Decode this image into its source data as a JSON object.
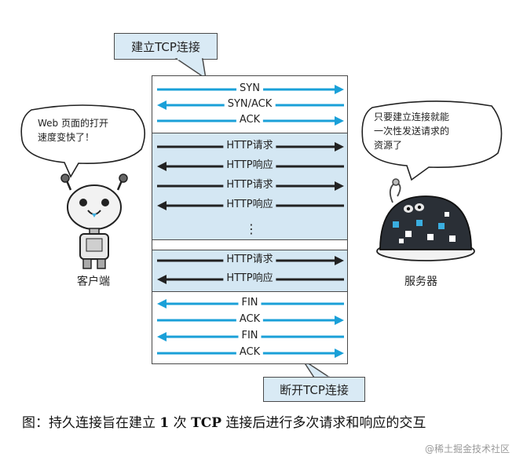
{
  "callouts": {
    "open": "建立TCP连接",
    "close": "断开TCP连接"
  },
  "handshake": [
    "SYN",
    "SYN/ACK",
    "ACK"
  ],
  "requests_group1": [
    "HTTP请求",
    "HTTP响应",
    "HTTP请求",
    "HTTP响应"
  ],
  "ellipsis": "⋮",
  "requests_group2": [
    "HTTP请求",
    "HTTP响应"
  ],
  "teardown": [
    "FIN",
    "ACK",
    "FIN",
    "ACK"
  ],
  "client": {
    "speech": "Web 页面的打开\n速度变快了！",
    "label": "客户端"
  },
  "server": {
    "speech": "只要建立连接就能\n一次性发送请求的\n资源了",
    "label": "服务器"
  },
  "caption": {
    "prefix": "图：持久连接旨在建立",
    "num": "1",
    "mid1": "次",
    "tcp": "TCP",
    "suffix": "连接后进行多次请求和响应的交互"
  },
  "watermark": "@稀土掘金技术社区",
  "colors": {
    "arrow_blue": "#1aa0d8",
    "arrow_dark": "#222222",
    "band_blue": "#d4e7f3"
  }
}
